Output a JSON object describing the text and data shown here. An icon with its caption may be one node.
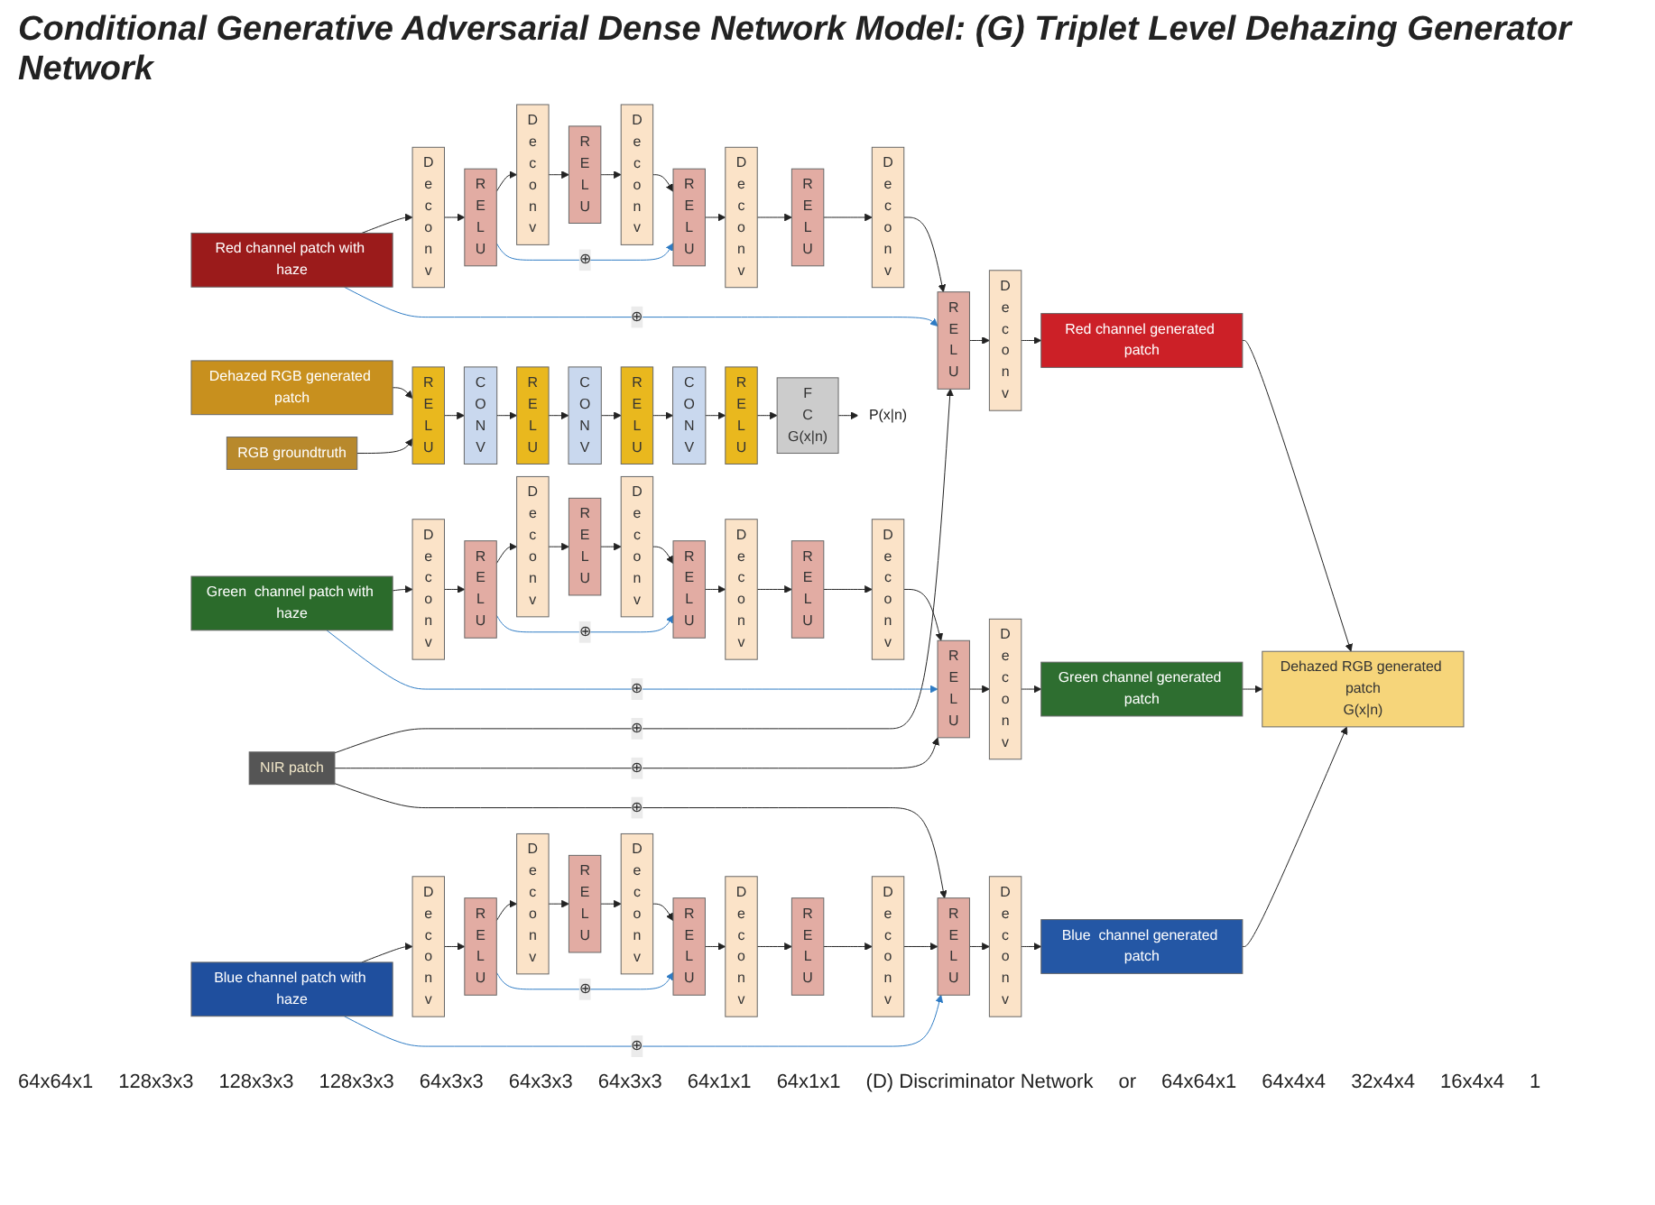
{
  "diagram": {
    "title": "Conditional Generative Adversarial Dense Network Model: (G) Triplet Level Dehazing Generator Network",
    "nodes": [
      {
        "text": [
          "NIR patch"
        ]
      },
      {
        "text": [
          "Red channel patch with haze"
        ]
      },
      {
        "text": [
          "Deconv"
        ]
      },
      {
        "text": [
          "RELU"
        ]
      },
      {
        "text": [
          "Deconv"
        ]
      },
      {
        "text": [
          "RELU"
        ]
      },
      {
        "text": [
          "Deconv"
        ]
      },
      {
        "text": [
          "RELU"
        ]
      },
      {
        "text": [
          "Deconv"
        ]
      },
      {
        "text": [
          "RELU"
        ]
      },
      {
        "text": [
          "Deconv"
        ]
      },
      {
        "text": [
          "RELU"
        ]
      },
      {
        "text": [
          "Deconv"
        ]
      },
      {
        "text": [
          "Red channel generated patch"
        ]
      },
      {
        "text": [
          "Green  channel patch with haze"
        ]
      },
      {
        "text": [
          "Deconv"
        ]
      },
      {
        "text": [
          "RELU"
        ]
      },
      {
        "text": [
          "Deconv"
        ]
      },
      {
        "text": [
          "RELU"
        ]
      },
      {
        "text": [
          "Deconv"
        ]
      },
      {
        "text": [
          "RELU"
        ]
      },
      {
        "text": [
          "Deconv"
        ]
      },
      {
        "text": [
          "RELU"
        ]
      },
      {
        "text": [
          "Deconv"
        ]
      },
      {
        "text": [
          "RELU"
        ]
      },
      {
        "text": [
          "Deconv"
        ]
      },
      {
        "text": [
          "Green channel generated patch"
        ]
      },
      {
        "text": [
          "Blue channel patch with haze"
        ]
      },
      {
        "text": [
          "Deconv"
        ]
      },
      {
        "text": [
          "RELU"
        ]
      },
      {
        "text": [
          "Deconv"
        ]
      },
      {
        "text": [
          "RELU"
        ]
      },
      {
        "text": [
          "Deconv"
        ]
      },
      {
        "text": [
          "RELU"
        ]
      },
      {
        "text": [
          "Deconv"
        ]
      },
      {
        "text": [
          "RELU"
        ]
      },
      {
        "text": [
          "Deconv"
        ]
      },
      {
        "text": [
          "RELU"
        ]
      },
      {
        "text": [
          "Deconv"
        ]
      },
      {
        "text": [
          "Blue  channel generated patch"
        ]
      },
      {
        "text": [
          "Dehazed RGB generated patch",
          "G(x|n)"
        ]
      },
      {
        "text": [
          "Dehazed RGB generated patch"
        ]
      },
      {
        "text": [
          "RGB groundtruth"
        ]
      },
      {
        "text": [
          "RELU"
        ]
      },
      {
        "text": [
          "CONV"
        ]
      },
      {
        "text": [
          "RELU"
        ]
      },
      {
        "text": [
          "CONV"
        ]
      },
      {
        "text": [
          "RELU"
        ]
      },
      {
        "text": [
          "CONV"
        ]
      },
      {
        "text": [
          "RELU"
        ]
      },
      {
        "text": [
          "FC",
          "G(x|n)"
        ]
      },
      {
        "text": [
          "P(x|n)"
        ]
      }
    ],
    "edges": [
      {
        "from": 1,
        "to": 2,
        "arrow": "to"
      },
      {
        "from": 2,
        "to": 3,
        "arrow": "to"
      },
      {
        "from": 3,
        "to": 4,
        "arrow": "to"
      },
      {
        "from": 4,
        "to": 5,
        "arrow": "to"
      },
      {
        "from": 5,
        "to": 6,
        "arrow": "to"
      },
      {
        "from": 6,
        "to": 7,
        "arrow": "to"
      },
      {
        "from": 7,
        "to": 8,
        "arrow": "to"
      },
      {
        "from": 8,
        "to": 9,
        "arrow": "to"
      },
      {
        "from": 9,
        "to": 10,
        "arrow": "to"
      },
      {
        "from": 10,
        "to": 11,
        "arrow": "to"
      },
      {
        "from": 11,
        "to": 12,
        "arrow": "to"
      },
      {
        "from": 12,
        "to": 13,
        "arrow": "to"
      },
      {
        "from": 3,
        "to": 7,
        "arrow": "to",
        "label": "⊕",
        "color": "#2e7bc4"
      },
      {
        "from": 1,
        "to": 11,
        "arrow": "to",
        "label": "⊕",
        "color": "#2e7bc4"
      },
      {
        "from": 0,
        "to": 11,
        "arrow": "to",
        "label": "⊕"
      },
      {
        "from": 14,
        "to": 15,
        "arrow": "to"
      },
      {
        "from": 15,
        "to": 16,
        "arrow": "to"
      },
      {
        "from": 16,
        "to": 17,
        "arrow": "to"
      },
      {
        "from": 17,
        "to": 18,
        "arrow": "to"
      },
      {
        "from": 18,
        "to": 19,
        "arrow": "to"
      },
      {
        "from": 19,
        "to": 20,
        "arrow": "to"
      },
      {
        "from": 20,
        "to": 21,
        "arrow": "to"
      },
      {
        "from": 21,
        "to": 22,
        "arrow": "to"
      },
      {
        "from": 22,
        "to": 23,
        "arrow": "to"
      },
      {
        "from": 23,
        "to": 24,
        "arrow": "to"
      },
      {
        "from": 24,
        "to": 25,
        "arrow": "to"
      },
      {
        "from": 25,
        "to": 26,
        "arrow": "to"
      },
      {
        "from": 16,
        "to": 20,
        "arrow": "to",
        "label": "⊕",
        "color": "#2e7bc4"
      },
      {
        "from": 14,
        "to": 24,
        "arrow": "to",
        "label": "⊕",
        "color": "#2e7bc4"
      },
      {
        "from": 0,
        "to": 24,
        "arrow": "to",
        "label": "⊕"
      },
      {
        "from": 27,
        "to": 28,
        "arrow": "to"
      },
      {
        "from": 28,
        "to": 29,
        "arrow": "to"
      },
      {
        "from": 29,
        "to": 30,
        "arrow": "to"
      },
      {
        "from": 30,
        "to": 31,
        "arrow": "to"
      },
      {
        "from": 31,
        "to": 32,
        "arrow": "to"
      },
      {
        "from": 32,
        "to": 33,
        "arrow": "to"
      },
      {
        "from": 33,
        "to": 34,
        "arrow": "to"
      },
      {
        "from": 34,
        "to": 35,
        "arrow": "to"
      },
      {
        "from": 35,
        "to": 36,
        "arrow": "to"
      },
      {
        "from": 36,
        "to": 37,
        "arrow": "to"
      },
      {
        "from": 37,
        "to": 38,
        "arrow": "to"
      },
      {
        "from": 38,
        "to": 39,
        "arrow": "to"
      },
      {
        "from": 29,
        "to": 33,
        "arrow": "to",
        "label": "⊕",
        "color": "#2e7bc4"
      },
      {
        "from": 27,
        "to": 37,
        "arrow": "to",
        "label": "⊕",
        "color": "#2e7bc4"
      },
      {
        "from": 0,
        "to": 37,
        "arrow": "to",
        "label": "⊕"
      },
      {
        "from": 13,
        "to": 40,
        "arrow": "to"
      },
      {
        "from": 26,
        "to": 40,
        "arrow": "to"
      },
      {
        "from": 39,
        "to": 40,
        "arrow": "to"
      },
      {
        "from": 41,
        "to": 43,
        "arrow": "to"
      },
      {
        "from": 42,
        "to": 43,
        "arrow": "to"
      },
      {
        "from": 43,
        "to": 44,
        "arrow": "to"
      },
      {
        "from": 44,
        "to": 45,
        "arrow": "to"
      },
      {
        "from": 45,
        "to": 46,
        "arrow": "to"
      },
      {
        "from": 46,
        "to": 47,
        "arrow": "to"
      },
      {
        "from": 47,
        "to": 48,
        "arrow": "to"
      },
      {
        "from": 48,
        "to": 49,
        "arrow": "to"
      },
      {
        "from": 49,
        "to": 50,
        "arrow": "to"
      },
      {
        "from": 50,
        "to": 51,
        "arrow": "to"
      }
    ],
    "labels": [
      "64x64x1",
      "128x3x3",
      "128x3x3",
      "128x3x3",
      "64x3x3",
      "64x3x3",
      "64x3x3",
      "64x1x1",
      "64x1x1",
      "(D) Discriminator Network",
      "or",
      "64x64x1",
      "64x4x4",
      "32x4x4",
      "16x4x4",
      "1"
    ]
  }
}
